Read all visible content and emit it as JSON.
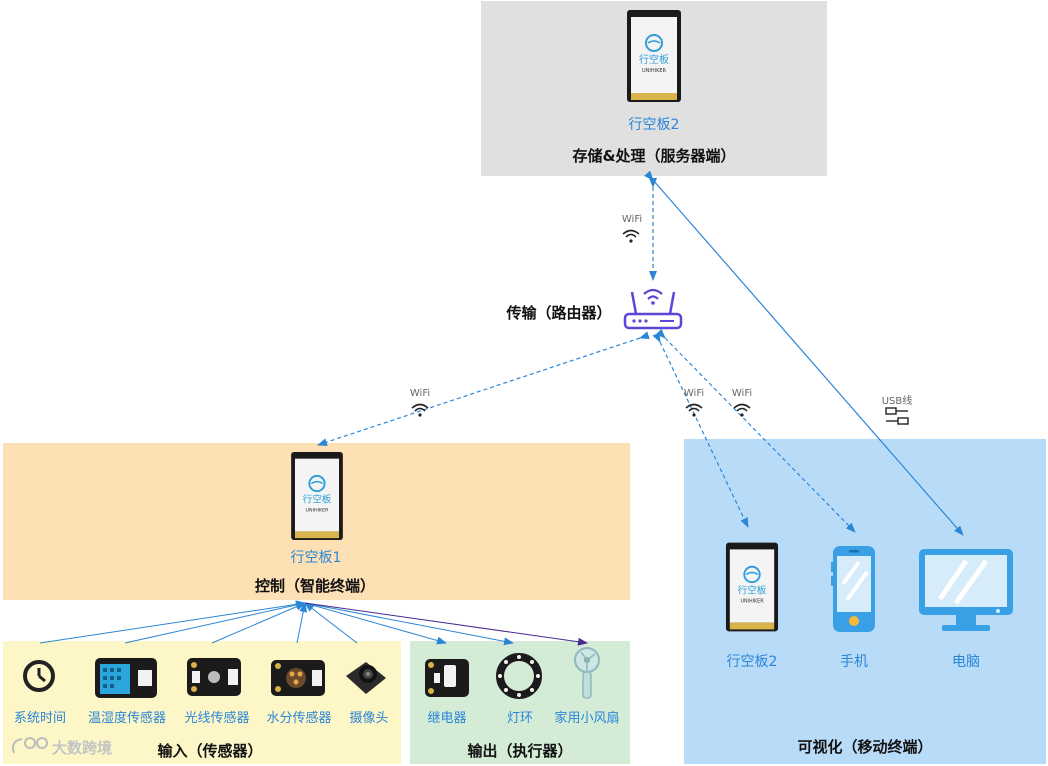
{
  "colors": {
    "server_bg": "#e0e0e0",
    "control_bg": "#fde0b4",
    "input_bg": "#fdf7c8",
    "output_bg": "#d4ebd6",
    "visual_bg": "#b8dbf8",
    "label_blue": "#2b86d6",
    "arrow_blue": "#2b86d6",
    "arrow_purple": "#4b2a90"
  },
  "server": {
    "device_label": "行空板2",
    "title": "存储&处理（服务器端）"
  },
  "router": {
    "title": "传输（路由器）"
  },
  "links": {
    "wifi": "WiFi",
    "usb": "USB线"
  },
  "control": {
    "device_label": "行空板1",
    "title": "控制（智能终端）"
  },
  "inputs": {
    "title": "输入（传感器）",
    "items": [
      "系统时间",
      "温湿度传感器",
      "光线传感器",
      "水分传感器",
      "摄像头"
    ]
  },
  "outputs": {
    "title": "输出（执行器）",
    "items": [
      "继电器",
      "灯环",
      "家用小风扇"
    ]
  },
  "visual": {
    "title": "可视化（移动终端）",
    "items": [
      "行空板2",
      "手机",
      "电脑"
    ]
  },
  "board_brand": {
    "name": "行空板",
    "sub": "UNIHIKER"
  },
  "watermark": "大数跨境"
}
